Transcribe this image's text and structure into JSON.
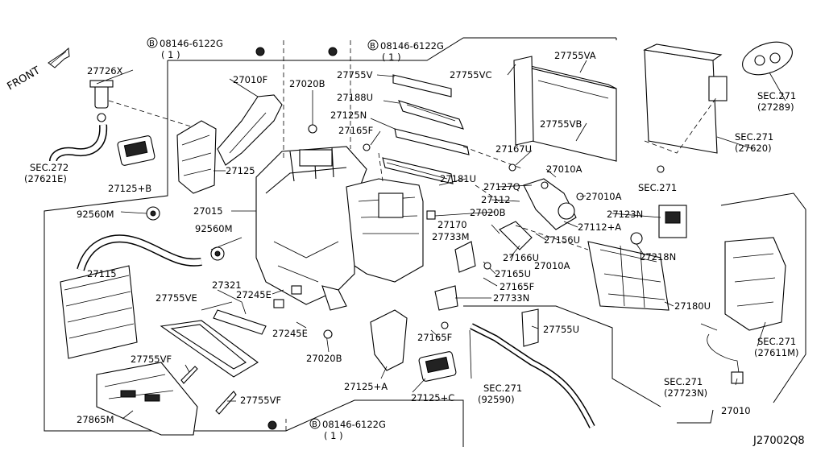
{
  "diagram": {
    "front_label": "FRONT",
    "footer_code": "J27002Q8",
    "labels": {
      "p27726X": "27726X",
      "p27010F": "27010F",
      "p27020B_a": "27020B",
      "p27755V": "27755V",
      "p27755VC": "27755VC",
      "p27755VA": "27755VA",
      "p27188U": "27188U",
      "p27125N": "27125N",
      "p27165F_a": "27165F",
      "p27755VB": "27755VB",
      "p27167U": "27167U",
      "p27010A_a": "27010A",
      "p27181U": "27181U",
      "p27127Q": "27127Q",
      "p27010A_b": "27010A",
      "p27112": "27112",
      "p27020B_b": "27020B",
      "p27112A": "27112+A",
      "p27123N": "27123N",
      "p27170": "27170",
      "p27733M": "27733M",
      "p27156U": "27156U",
      "p27218N": "27218N",
      "p27166U": "27166U",
      "p27010A_c": "27010A",
      "p27165U": "27165U",
      "p27165F_b": "27165F",
      "p27733N": "27733N",
      "p27180U": "27180U",
      "p27125": "27125",
      "p27125B": "27125+B",
      "p27015": "27015",
      "p92560M_a": "92560M",
      "p92560M_b": "92560M",
      "p27115": "27115",
      "p27321": "27321",
      "p27245E_a": "27245E",
      "p27245E_b": "27245E",
      "p27755VE": "27755VE",
      "p27020B_c": "27020B",
      "p27755VF_a": "27755VF",
      "p27755VF_b": "27755VF",
      "p27865M": "27865M",
      "p27165F_c": "27165F",
      "p27125A": "27125+A",
      "p27125C": "27125+C",
      "p27755U": "27755U",
      "p27010": "27010"
    },
    "bolt_callouts": [
      {
        "marker": "B",
        "part": "08146-6122G",
        "qty": "( 1 )"
      },
      {
        "marker": "B",
        "part": "08146-6122G",
        "qty": "( 1 )"
      },
      {
        "marker": "B",
        "part": "08146-6122G",
        "qty": "( 1 )"
      }
    ],
    "sections": [
      {
        "sec": "SEC.272",
        "ref": "(27621E)"
      },
      {
        "sec": "SEC.271",
        "ref": "(27289)"
      },
      {
        "sec": "SEC.271",
        "ref": "(27620)"
      },
      {
        "sec": "SEC.271",
        "ref": ""
      },
      {
        "sec": "SEC.271",
        "ref": "(27611M)"
      },
      {
        "sec": "SEC.271",
        "ref": "(92590)"
      },
      {
        "sec": "SEC.271",
        "ref": "(27723N)"
      }
    ]
  }
}
